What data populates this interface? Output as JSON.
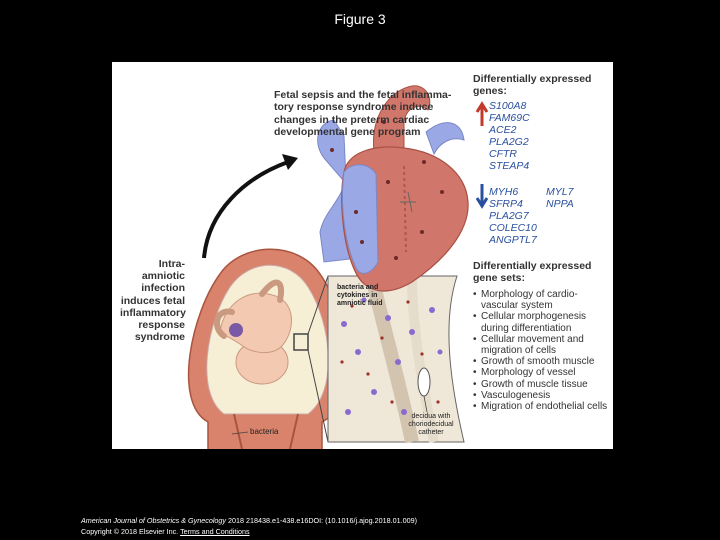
{
  "page_title": "Figure 3",
  "figure": {
    "fetal_heading": "Fetal sepsis and the fetal inflamma-tory response syndrome induce changes in the preterm cardiac developmental gene program",
    "intra_amniotic": "Intra-amniotic infection induces fetal inflammatory response syndrome",
    "diff_genes_heading": "Differentially expressed genes:",
    "up_genes": [
      "S100A8",
      "FAM69C",
      "ACE2",
      "PLA2G2",
      "CFTR",
      "STEAP4"
    ],
    "down_genes_col1": [
      "MYH6",
      "SFRP4",
      "PLA2G7",
      "COLEC10",
      "ANGPTL7"
    ],
    "down_genes_col2": [
      "MYL7",
      "NPPA"
    ],
    "gene_sets_heading": "Differentially expressed gene sets:",
    "gene_sets": [
      "Morphology of cardio-vascular system",
      "Cellular morphogenesis during differentiation",
      "Cellular movement and migration of cells",
      "Growth of smooth muscle",
      "Morphology of vessel",
      "Growth of muscle tissue",
      "Vasculogenesis",
      "Migration of endothelial cells"
    ],
    "bacteria_cytokines_label": "bacteria and cytokines in amniotic fluid",
    "decidua_label": "decidua with choriodecidual catheter",
    "bacteria_label": "bacteria",
    "colors": {
      "heart_red": "#c9624a",
      "heart_blue": "#9aa8e6",
      "uterus": "#d9836c",
      "gene_blue": "#2a4fa0",
      "arrow_red": "#c0392b"
    }
  },
  "citation": {
    "journal": "American Journal of Obstetrics & Gynecology",
    "ref": " 2018 218438.e1-438.e16DOI: (10.1016/j.ajog.2018.01.009)",
    "copyright": "Copyright © 2018 Elsevier Inc. ",
    "terms": "Terms and Conditions"
  }
}
